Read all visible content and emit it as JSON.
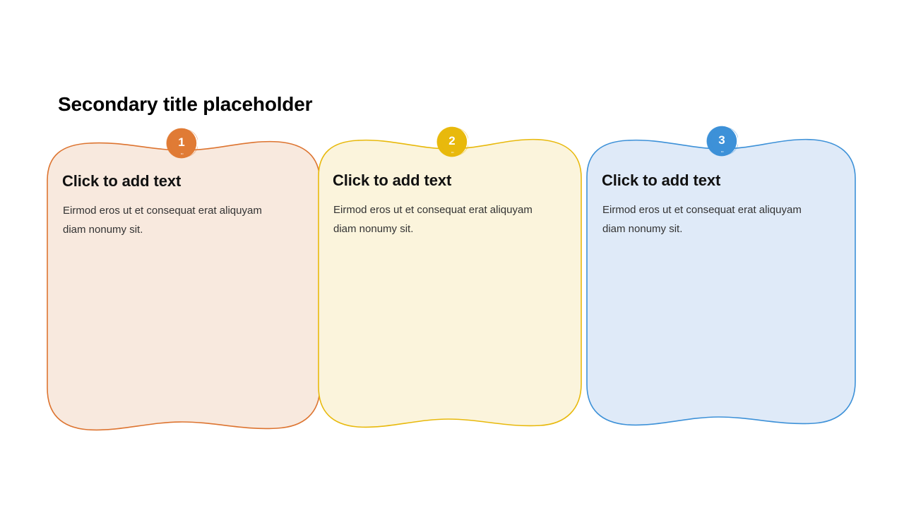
{
  "slide": {
    "title": "Secondary title placeholder",
    "background": "#ffffff"
  },
  "cards": [
    {
      "number": "1",
      "heading": "Click to add text",
      "body": "Eirmod eros ut et consequat erat aliquyam diam nonumy sit.",
      "fill": "#f8e9de",
      "stroke": "#dd7430",
      "badge_fill": "#e07b35",
      "badge_text_color": "#ffffff"
    },
    {
      "number": "2",
      "heading": "Click to add text",
      "body": "Eirmod eros ut et consequat erat aliquyam diam nonumy sit.",
      "fill": "#fbf4dc",
      "stroke": "#e8b90c",
      "badge_fill": "#e8b90c",
      "badge_text_color": "#ffffff"
    },
    {
      "number": "3",
      "heading": "Click to add text",
      "body": "Eirmod eros ut et consequat erat aliquyam diam nonumy sit.",
      "fill": "#dfeaf8",
      "stroke": "#3d91d8",
      "badge_fill": "#3d91d8",
      "badge_text_color": "#ffffff"
    }
  ]
}
